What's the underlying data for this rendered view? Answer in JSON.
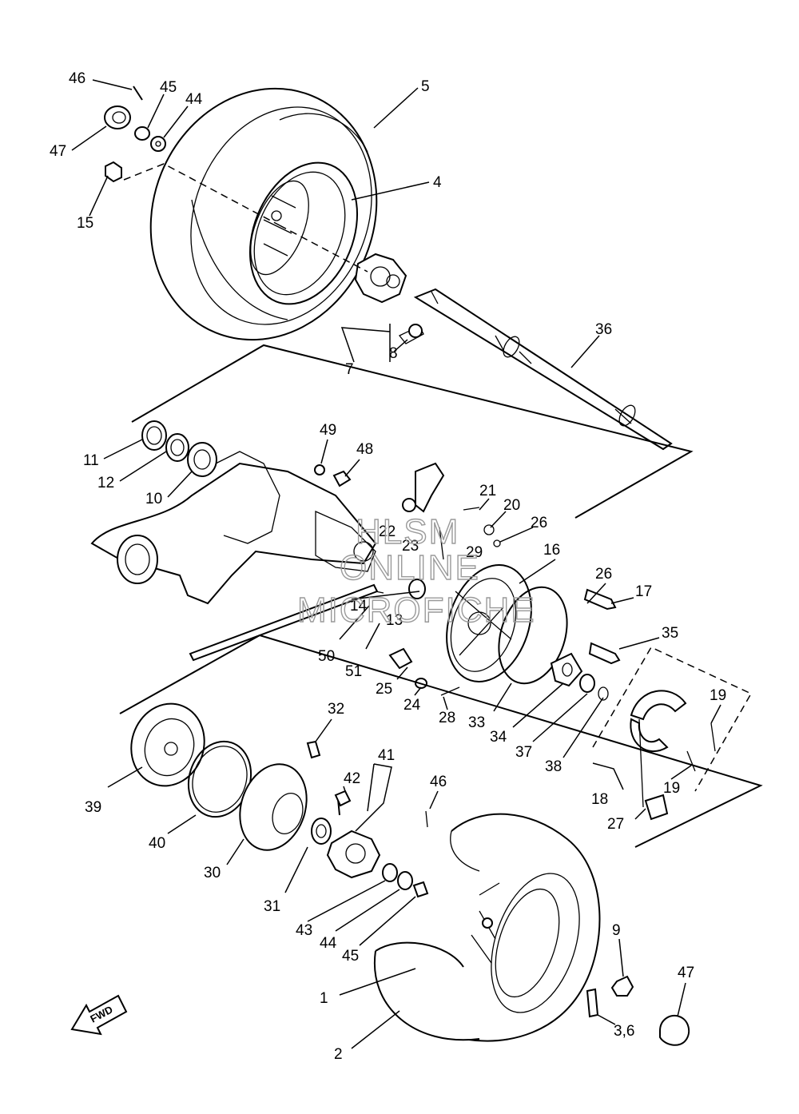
{
  "diagram": {
    "callouts": [
      "46",
      "45",
      "44",
      "47",
      "15",
      "5",
      "4",
      "8",
      "7",
      "36",
      "11",
      "12",
      "10",
      "49",
      "48",
      "21",
      "20",
      "22",
      "23",
      "29",
      "26",
      "16",
      "26",
      "17",
      "14",
      "13",
      "50",
      "51",
      "25",
      "24",
      "28",
      "33",
      "34",
      "35",
      "37",
      "38",
      "19",
      "19",
      "18",
      "27",
      "32",
      "41",
      "42",
      "46",
      "39",
      "40",
      "30",
      "31",
      "43",
      "44",
      "45",
      "9",
      "47",
      "1",
      "2",
      "3,6"
    ],
    "watermark": [
      "HLSM",
      "ONLINE",
      "MICROFICHE"
    ],
    "direction_marker": "FWD"
  }
}
